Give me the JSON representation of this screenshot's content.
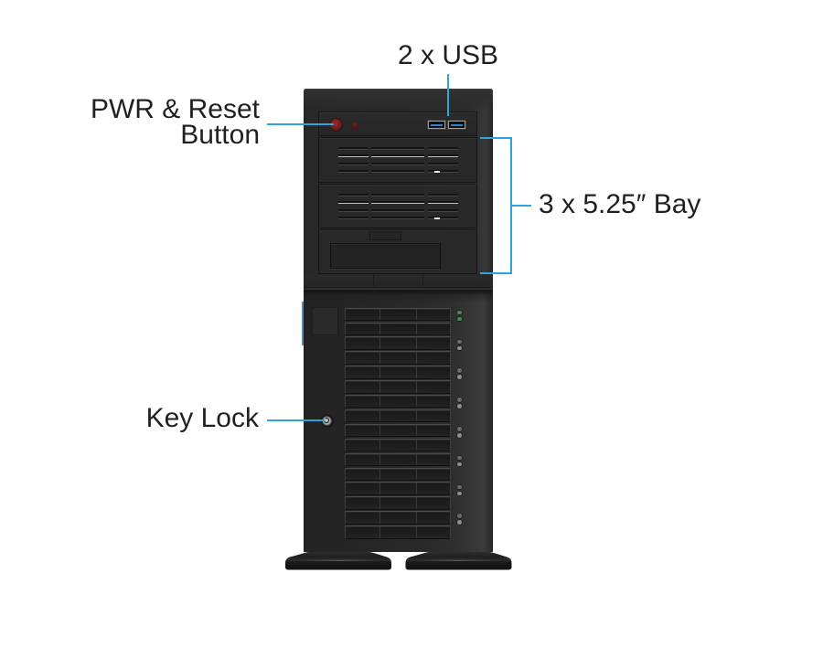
{
  "callouts": {
    "usb": {
      "label": "2 x USB"
    },
    "power_reset": {
      "lines": [
        "PWR & Reset",
        "Button"
      ]
    },
    "optical_bays": {
      "label": "3 x 5.25″ Bay"
    },
    "key_lock": {
      "label": "Key Lock"
    }
  },
  "colors": {
    "callout_line": "#2ea3dc",
    "label_text": "#231f20",
    "chassis": "#282828",
    "power_button": "#7a1c1c",
    "reset_button": "#5a1616",
    "usb_port_accent": "#2b85d6"
  },
  "front_io_panel": {
    "buttons": [
      "power",
      "reset"
    ],
    "usb_ports": 2
  },
  "optical_bays": [
    {
      "cover": "vented"
    },
    {
      "cover": "vented"
    },
    {
      "cover": "blank"
    }
  ],
  "hot_swap_trays": [
    {
      "leds": [
        "#5e7e5e",
        "#3d9146"
      ]
    },
    {
      "leds": [
        "#6b6b6b",
        "#8e8e8e"
      ]
    },
    {
      "leds": [
        "#6b6b6b",
        "#8e8e8e"
      ]
    },
    {
      "leds": [
        "#6b6b6b",
        "#8e8e8e"
      ]
    },
    {
      "leds": [
        "#6b6b6b",
        "#8e8e8e"
      ]
    },
    {
      "leds": [
        "#6b6b6b",
        "#8e8e8e"
      ]
    },
    {
      "leds": [
        "#6b6b6b",
        "#8e8e8e"
      ]
    },
    {
      "leds": [
        "#6b6b6b",
        "#8e8e8e"
      ]
    }
  ],
  "feet": 2
}
